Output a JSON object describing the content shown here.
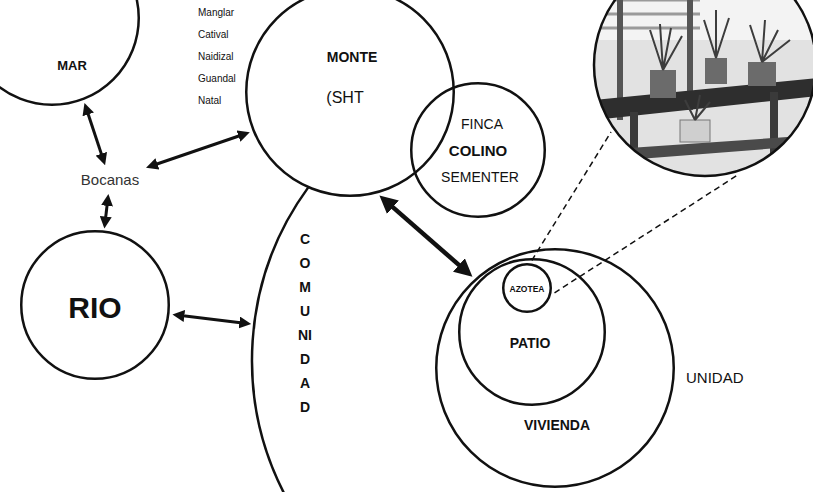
{
  "diagram": {
    "nodes": [
      {
        "text": [
          "MAR"
        ]
      },
      {
        "text": [
          "Manglar Catival Naidizal Guandal Natal",
          "MONTE",
          "(SHT"
        ]
      },
      {
        "text": [
          "FINCA",
          "COLINO",
          "SEMENTER"
        ]
      },
      {
        "text": [
          "Bocanas"
        ]
      },
      {
        "text": [
          "RIO"
        ]
      },
      {
        "text": [
          "COMUNIDAD"
        ]
      },
      {
        "text": [
          "VIVIENDA",
          "UNIDAD"
        ]
      },
      {
        "text": [
          "PATIO"
        ],
        "in": 6
      },
      {
        "text": [
          "AZOTEA"
        ],
        "in": 7
      }
    ],
    "edges": [
      {
        "from": 3,
        "to": 0,
        "arrow": "both"
      },
      {
        "from": 3,
        "to": 1,
        "arrow": "both"
      },
      {
        "from": 3,
        "to": 4,
        "arrow": "both"
      },
      {
        "from": 4,
        "to": 5,
        "arrow": "both"
      },
      {
        "from": 1,
        "to": 6,
        "arrow": "both"
      }
    ]
  }
}
